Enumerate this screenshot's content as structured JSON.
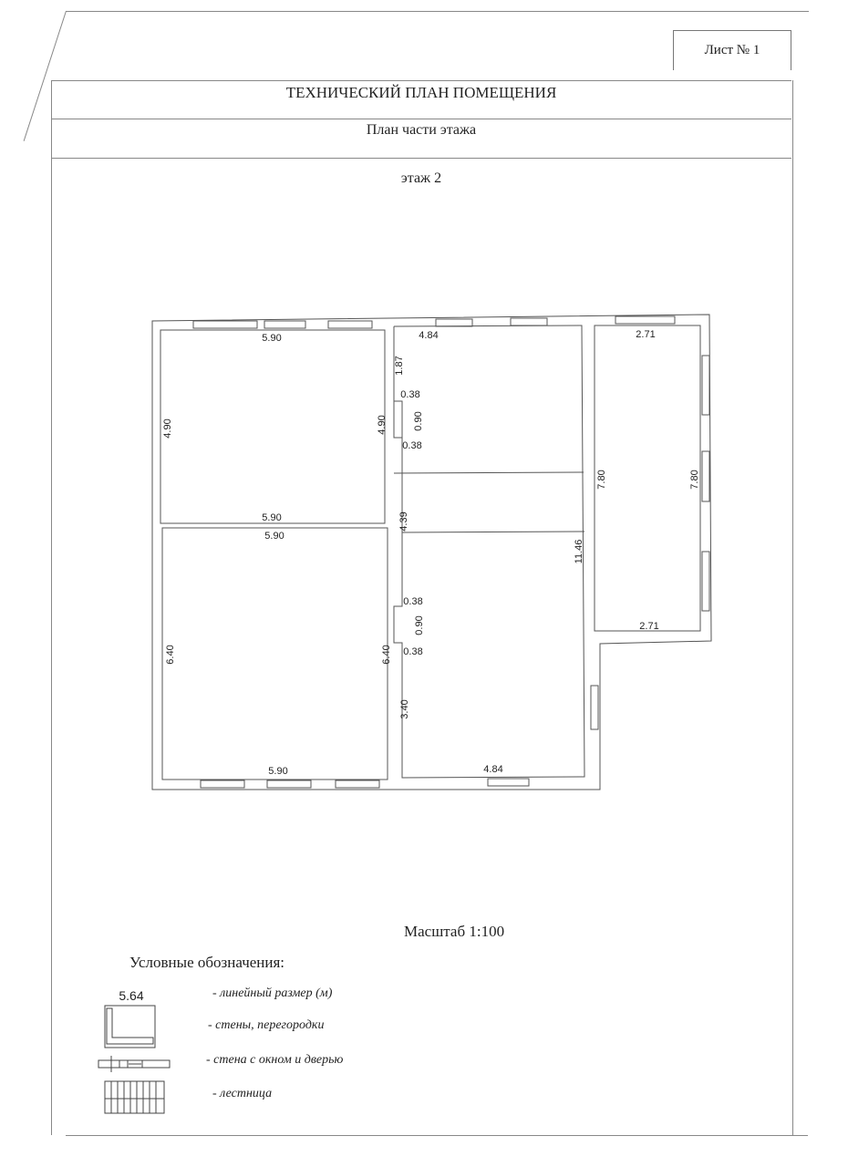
{
  "sheet": {
    "label": "Лист №  1"
  },
  "header": {
    "title": "ТЕХНИЧЕСКИЙ ПЛАН ПОМЕЩЕНИЯ",
    "subtitle": "План  части  этажа",
    "floor": "этаж 2"
  },
  "plan": {
    "room1": {
      "top": "5.90",
      "left": "4.90",
      "right": "4.90",
      "bottom": "5.90"
    },
    "room2": {
      "top": "5.90",
      "left": "6.40",
      "right": "6.40",
      "bottom": "5.90"
    },
    "center": {
      "top": "4.84",
      "seg1": "1.87",
      "notch1a": "0.38",
      "door1": "0.90",
      "notch1b": "0.38",
      "mid": "4.39",
      "total": "11.46",
      "notch2a": "0.38",
      "door2": "0.90",
      "notch2b": "0.38",
      "seg2": "3.40",
      "bottom": "4.84"
    },
    "east": {
      "top": "2.71",
      "left": "7.80",
      "right": "7.80",
      "bottom": "2.71"
    }
  },
  "scale": "Масштаб 1:100",
  "legend": {
    "title": "Условные обозначения:",
    "sample_dimension": "5.64",
    "items": [
      "- линейный размер (м)",
      "- стены, перегородки",
      "- стена с окном и дверью",
      "- лестница"
    ]
  }
}
